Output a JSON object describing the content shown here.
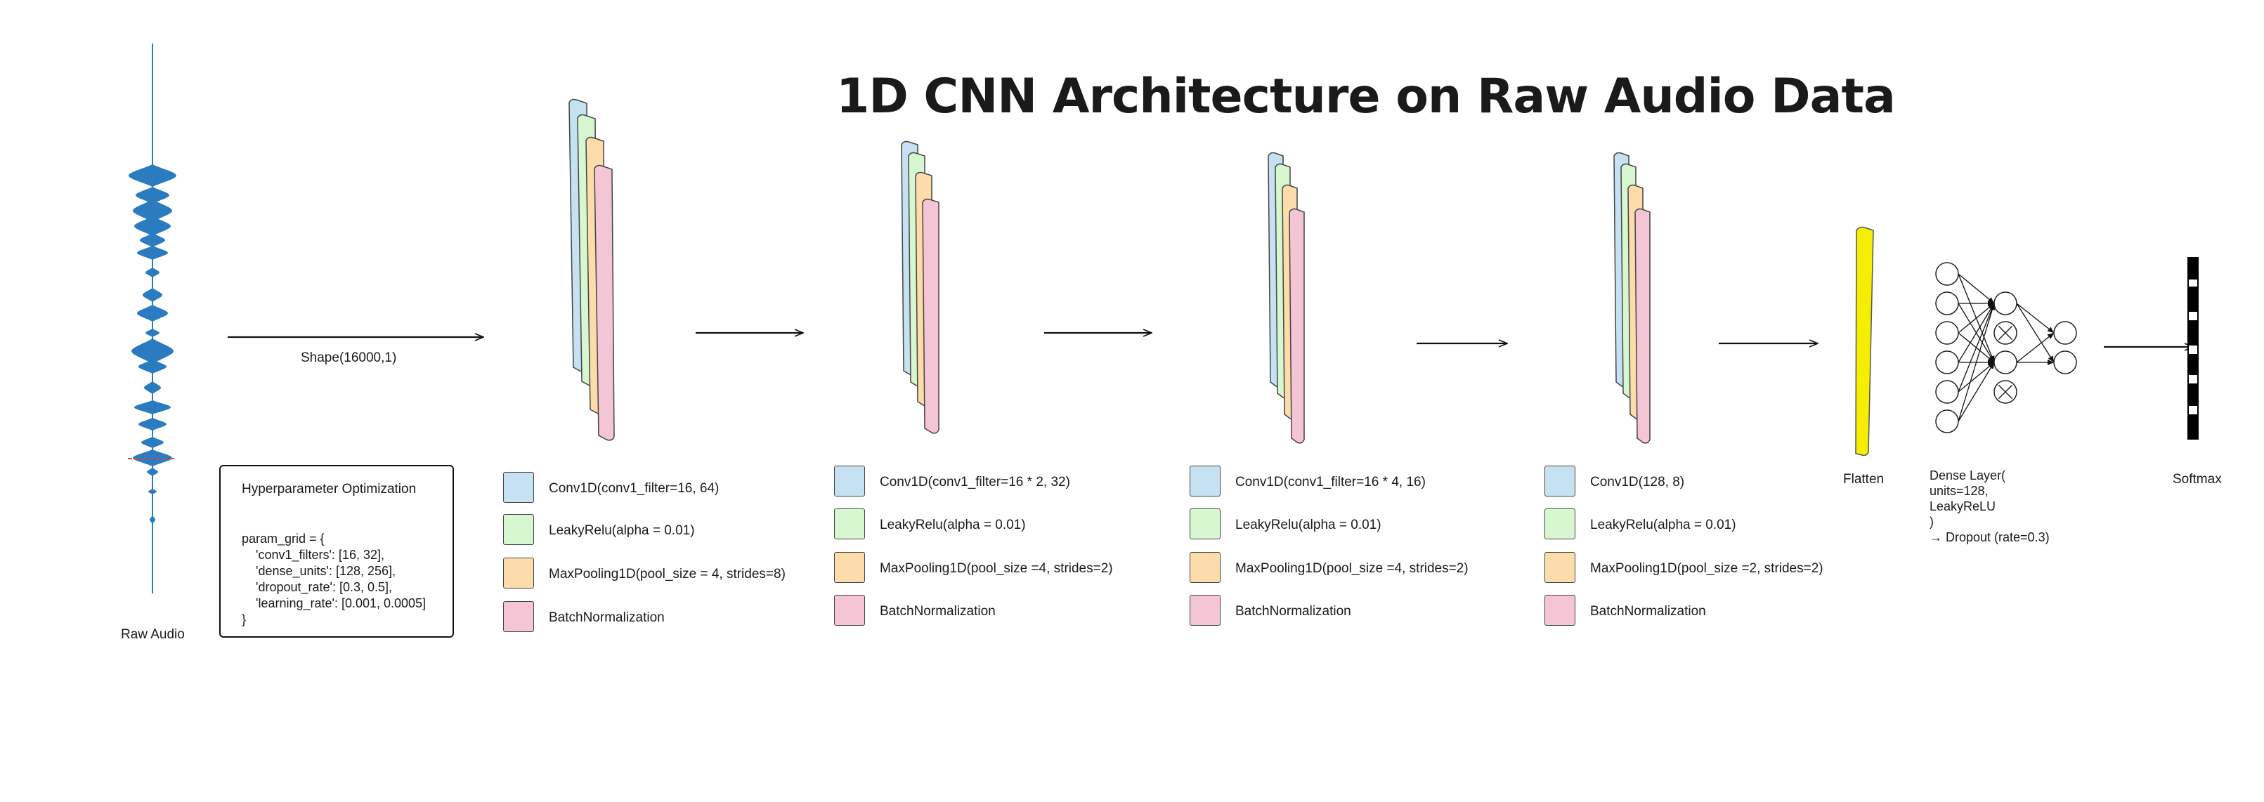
{
  "title": "1D CNN Architecture on Raw Audio Data",
  "raw_audio_label": "Raw Audio",
  "shape_label": "Shape(16000,1)",
  "hyperparam": {
    "title": "Hyperparameter Optimization",
    "code": "param_grid = {\n    'conv1_filters': [16, 32],\n    'dense_units': [128, 256],\n    'dropout_rate': [0.3, 0.5],\n    'learning_rate': [0.001, 0.0005]\n}"
  },
  "layer_colors": {
    "conv": "#c6e1f2",
    "act": "#d6f7cf",
    "pool": "#fbdcaa",
    "bn": "#f3c5d5"
  },
  "blocks": [
    {
      "conv": "Conv1D(conv1_filter=16, 64)",
      "act": "LeakyRelu(alpha = 0.01)",
      "pool": "MaxPooling1D(pool_size = 4, strides=8)",
      "bn": "BatchNormalization"
    },
    {
      "conv": "Conv1D(conv1_filter=16 * 2, 32)",
      "act": "LeakyRelu(alpha = 0.01)",
      "pool": "MaxPooling1D(pool_size =4, strides=2)",
      "bn": "BatchNormalization"
    },
    {
      "conv": "Conv1D(conv1_filter=16 * 4, 16)",
      "act": "LeakyRelu(alpha = 0.01)",
      "pool": "MaxPooling1D(pool_size =4, strides=2)",
      "bn": "BatchNormalization"
    },
    {
      "conv": "Conv1D(128, 8)",
      "act": "LeakyRelu(alpha = 0.01)",
      "pool": "MaxPooling1D(pool_size =2, strides=2)",
      "bn": "BatchNormalization"
    }
  ],
  "flatten_label": "Flatten",
  "flatten_color": "#f5ee00",
  "dense_label": "Dense Layer(\nunits=128,\nLeakyReLU\n)\n→ Dropout (rate=0.3)",
  "softmax_label": "Softmax",
  "waveform_color": "#2a7bbf"
}
